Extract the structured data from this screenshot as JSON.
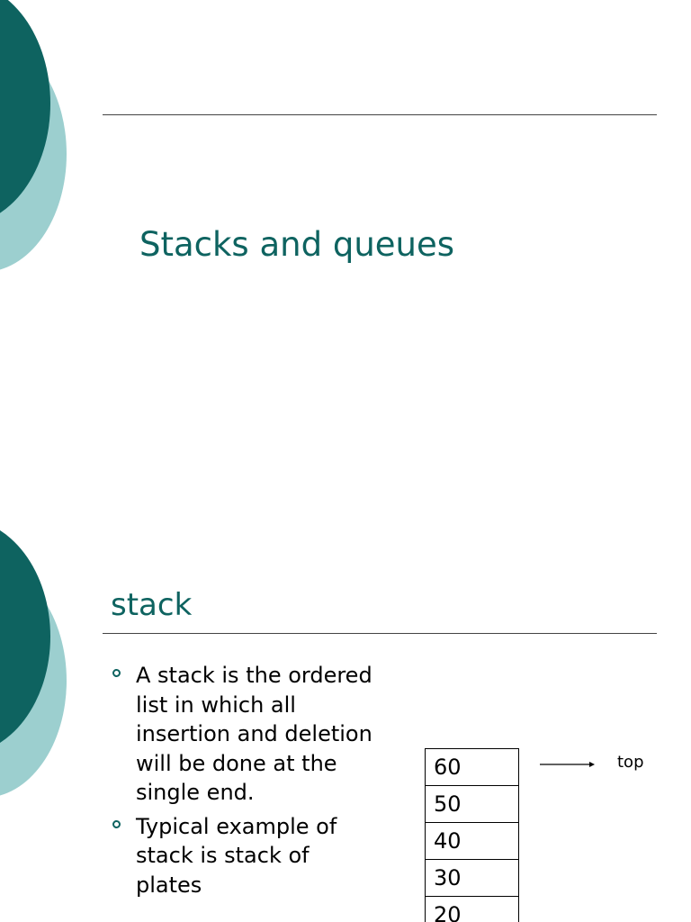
{
  "slides": [
    {
      "title": "Stacks and queues"
    },
    {
      "title": "stack",
      "bullets": [
        "A stack is the ordered list in which all insertion and deletion will be done at the single end.",
        "Typical example of stack is  stack of plates"
      ],
      "diagram": {
        "cells": [
          "60",
          "50",
          "40",
          "30",
          "20"
        ],
        "pointer_label": "top"
      }
    }
  ],
  "colors": {
    "accent": "#0e6360",
    "accent_light": "#9ccfcf",
    "rule": "#444444"
  },
  "icons": {
    "bullet": "hollow-circle",
    "pointer": "arrow-right"
  }
}
